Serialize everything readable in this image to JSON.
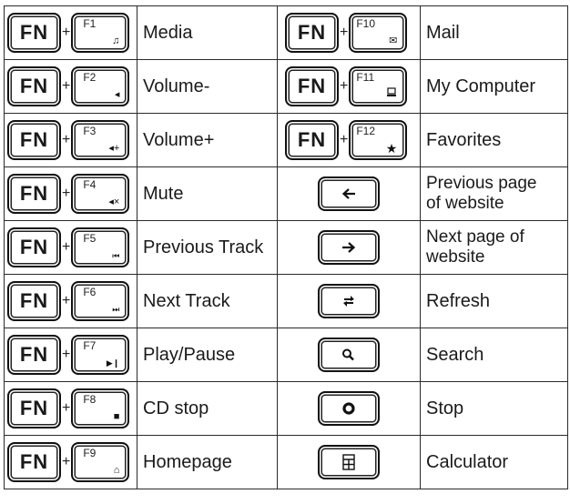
{
  "modifier_key": "FN",
  "plus": "+",
  "left_rows": [
    {
      "key": "F1",
      "icon": "♫",
      "icon_name": "music-note-icon",
      "action": "Media"
    },
    {
      "key": "F2",
      "icon": "◂",
      "icon_name": "volume-down-icon",
      "action": "Volume-"
    },
    {
      "key": "F3",
      "icon": "◂+",
      "icon_name": "volume-up-icon",
      "action": "Volume+"
    },
    {
      "key": "F4",
      "icon": "◂×",
      "icon_name": "mute-icon",
      "action": "Mute"
    },
    {
      "key": "F5",
      "icon": "⏮",
      "icon_name": "previous-track-icon",
      "action": "Previous Track"
    },
    {
      "key": "F6",
      "icon": "⏭",
      "icon_name": "next-track-icon",
      "action": "Next Track"
    },
    {
      "key": "F7",
      "icon": "▶❙",
      "icon_name": "play-pause-icon",
      "action": "Play/Pause"
    },
    {
      "key": "F8",
      "icon": "■",
      "icon_name": "stop-square-icon",
      "action": "CD stop"
    },
    {
      "key": "F9",
      "icon": "⌂",
      "icon_name": "home-icon",
      "action": "Homepage"
    }
  ],
  "right_fn_rows": [
    {
      "key": "F10",
      "icon": "✉",
      "icon_name": "mail-icon",
      "action": "Mail"
    },
    {
      "key": "F11",
      "icon": "🖳",
      "icon_name": "computer-icon",
      "action": "My Computer"
    },
    {
      "key": "F12",
      "icon": "★",
      "icon_name": "star-icon",
      "action": "Favorites"
    }
  ],
  "right_single_rows": [
    {
      "icon_name": "back-arrow-icon",
      "action_line1": "Previous page",
      "action_line2": "of website"
    },
    {
      "icon_name": "forward-arrow-icon",
      "action_line1": "Next page of",
      "action_line2": "website"
    },
    {
      "icon_name": "refresh-icon",
      "action": "Refresh"
    },
    {
      "icon_name": "search-icon",
      "action": "Search"
    },
    {
      "icon_name": "stop-circle-icon",
      "action": "Stop"
    },
    {
      "icon_name": "calculator-icon",
      "action": "Calculator"
    }
  ]
}
